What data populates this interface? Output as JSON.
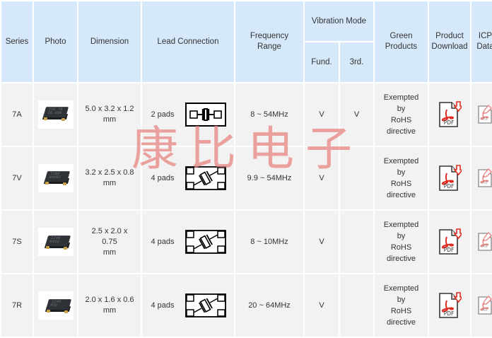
{
  "table": {
    "columns": [
      {
        "key": "series",
        "label": "Series"
      },
      {
        "key": "photo",
        "label": "Photo"
      },
      {
        "key": "dimension",
        "label": "Dimension"
      },
      {
        "key": "lead",
        "label": "Lead Connection"
      },
      {
        "key": "frequency",
        "label": "Frequency\nRange"
      },
      {
        "key": "vibration",
        "label": "Vibration Mode"
      },
      {
        "key": "fund",
        "label": "Fund."
      },
      {
        "key": "third",
        "label": "3rd."
      },
      {
        "key": "green",
        "label": "Green\nProducts"
      },
      {
        "key": "download",
        "label": "Product\nDownload"
      },
      {
        "key": "icp",
        "label": "ICP\nData"
      }
    ],
    "rows": [
      {
        "series": "7A",
        "photo_alt": "crystal-package-photo",
        "photo_marking": "TXC 7A\n16.000",
        "dimension": "5.0 x 3.2 x 1.2\nmm",
        "lead_pads": "2 pads",
        "lead_diagram": "two-pad-crystal-symbol",
        "frequency": "8 ~ 54MHz",
        "fund": "V",
        "third": "V",
        "green": "Exempted\nby\nRoHS\ndirective",
        "download_icon": "pdf-download-icon",
        "icp_icon": "pdf-edit-icon"
      },
      {
        "series": "7V",
        "photo_alt": "crystal-package-photo",
        "photo_marking": "T260\n94H01",
        "dimension": "3.2 x 2.5 x 0.8\nmm",
        "lead_pads": "4 pads",
        "lead_diagram": "four-pad-crystal-symbol",
        "frequency": "9.9 ~ 54MHz",
        "fund": "V",
        "third": "",
        "green": "Exempted\nby\nRoHS\ndirective",
        "download_icon": "pdf-download-icon",
        "icp_icon": "pdf-edit-icon"
      },
      {
        "series": "7S",
        "photo_alt": "crystal-package-photo",
        "photo_marking": "1240\nK41Q",
        "dimension": "2.5 x 2.0 x\n0.75\nmm",
        "lead_pads": "4 pads",
        "lead_diagram": "four-pad-crystal-symbol",
        "frequency": "8 ~ 10MHz",
        "fund": "V",
        "third": "",
        "green": "Exempted\nby\nRoHS\ndirective",
        "download_icon": "pdf-download-icon",
        "icp_icon": "pdf-edit-icon"
      },
      {
        "series": "7R",
        "photo_alt": "crystal-package-photo",
        "photo_marking": "1240\nM3Q",
        "dimension": "2.0 x 1.6 x 0.6\nmm",
        "lead_pads": "4 pads",
        "lead_diagram": "four-pad-crystal-symbol",
        "frequency": "20 ~ 64MHz",
        "fund": "V",
        "third": "",
        "green": "Exempted\nby\nRoHS\ndirective",
        "download_icon": "pdf-download-icon",
        "icp_icon": "pdf-edit-icon"
      }
    ]
  },
  "watermark": {
    "text": "康比电子",
    "color": "#e8827f"
  },
  "icons": {
    "pdf_label": "PDF",
    "pdf_small_label": "PDF"
  },
  "colors": {
    "header_bg": "#d6e9fa",
    "cell_bg": "#f2f2f2",
    "text": "#333333",
    "pdf_red": "#e02b20"
  }
}
